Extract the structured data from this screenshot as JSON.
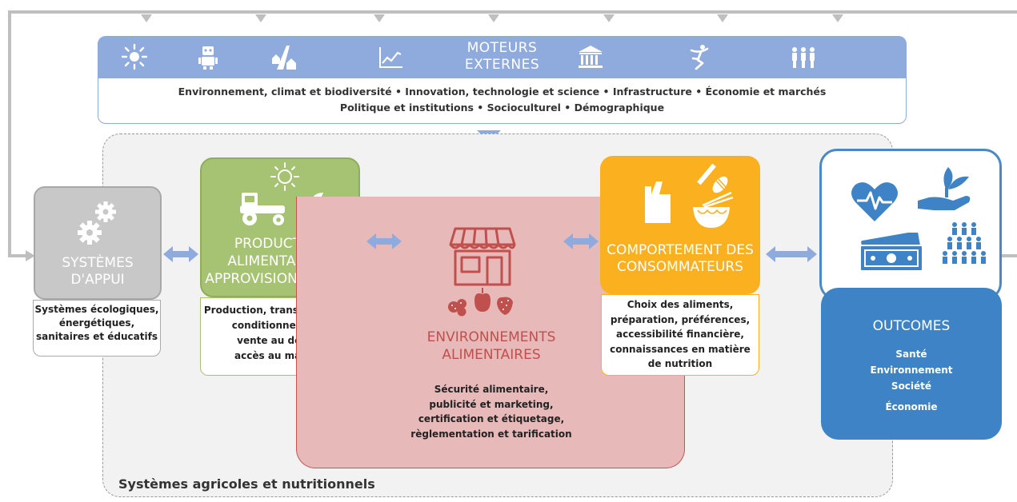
{
  "external": {
    "title_line1": "MOTEURS",
    "title_line2": "EXTERNES",
    "drivers_line1": "Environnement, climat et biodiversité • Innovation, technologie et science • Infrastructure • Économie et marchés",
    "drivers_line2": "Politique et institutions • Socioculturel • Démographique",
    "icons": [
      "sun-icon",
      "robot-icon",
      "road-houses-icon",
      "line-chart-icon",
      "bank-icon",
      "dancer-icon",
      "people-icon"
    ]
  },
  "support": {
    "title_line1": "SYSTÈMES",
    "title_line2": "D'APPUI",
    "text_line1": "Systèmes écologiques,",
    "text_line2": "énergétiques,",
    "text_line3": "sanitaires et éducatifs"
  },
  "production": {
    "title_line1": "PRODUCTION",
    "title_line2": "ALIMENTAIRE &",
    "title_line3": "APPROVISIONNEMENT",
    "text_line1": "Production, transformation,",
    "text_line2": "conditionnement,",
    "text_line3": "vente au détail,",
    "text_line4": "accès au marché"
  },
  "food_env": {
    "title_line1": "ENVIRONNEMENTS",
    "title_line2": "ALIMENTAIRES",
    "text_line1": "Sécurité alimentaire,",
    "text_line2": "publicité et marketing,",
    "text_line3": "certification et étiquetage,",
    "text_line4": "règlementation et tarification"
  },
  "consumer": {
    "title_line1": "COMPORTEMENT DES",
    "title_line2": "CONSOMMATEURS",
    "text_line1": "Choix des aliments,",
    "text_line2": "préparation, préférences,",
    "text_line3": "accessibilité financière,",
    "text_line4": "connaissances en matière",
    "text_line5": "de nutrition"
  },
  "outcomes": {
    "title": "OUTCOMES",
    "items": [
      "Santé",
      "Environnement",
      "Société",
      "Économie"
    ]
  },
  "region_label": "Systèmes agricoles et nutritionnels",
  "colors": {
    "external": "#8fabdd",
    "support": "#c8c8c8",
    "production": "#a6c273",
    "food_env": "#e8b9b9",
    "food_env_text": "#c0504d",
    "consumer": "#fbb01f",
    "outcomes": "#3d83c6"
  }
}
